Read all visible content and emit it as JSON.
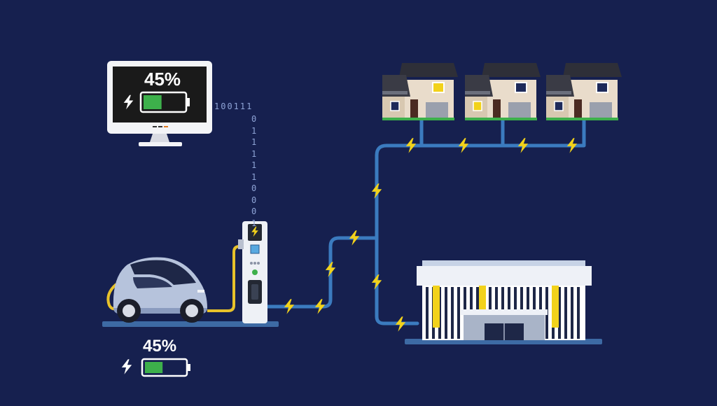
{
  "monitor": {
    "charge_label": "45%",
    "charge_level": 0.45
  },
  "car": {
    "charge_label": "45%",
    "charge_level": 0.45
  },
  "data_stream": {
    "row": "100111",
    "column": [
      "0",
      "1",
      "1",
      "1",
      "1",
      "1",
      "0",
      "0",
      "0",
      "1"
    ]
  },
  "colors": {
    "background": "#16204f",
    "cable": "#3b7bbf",
    "bolt": "#f2d21b",
    "battery_fill": "#3db04b",
    "charger_cable": "#e8c22a"
  },
  "icons": [
    "lightning-bolt-icon",
    "battery-icon",
    "monitor-icon",
    "electric-car-icon",
    "charging-station-icon",
    "house-icon",
    "office-building-icon"
  ]
}
